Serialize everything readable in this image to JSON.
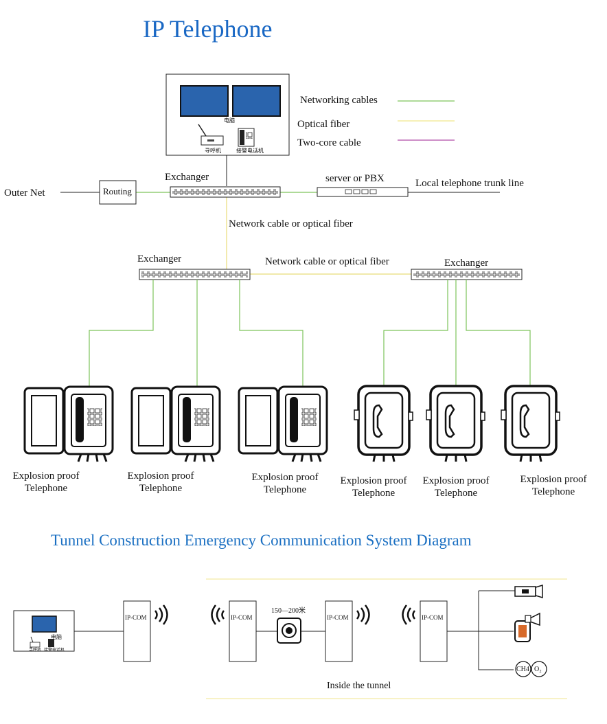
{
  "title": "IP Telephone",
  "control_room": {
    "screen_caption": "电脑",
    "pager_caption": "寻呼机",
    "phone_caption": "接警电话机"
  },
  "legend": {
    "networking": {
      "label": "Networking cables",
      "color": "#7dc35a"
    },
    "optical": {
      "label": "Optical fiber",
      "color": "#f0e68c"
    },
    "two_core": {
      "label": "Two-core cable",
      "color": "#b04aa8"
    }
  },
  "network": {
    "outer_net": "Outer Net",
    "routing": "Routing",
    "exchanger_top": "Exchanger",
    "server": "server or PBX",
    "trunk_line": "Local telephone trunk line",
    "backbone_label_vertical": "Network cable or optical fiber",
    "backbone_label_horizontal": "Network cable or optical fiber",
    "exchanger_left": "Exchanger",
    "exchanger_right": "Exchanger"
  },
  "telephones": [
    {
      "line1": "Explosion proof",
      "line2": "Telephone",
      "style": "open"
    },
    {
      "line1": "Explosion proof",
      "line2": "Telephone",
      "style": "open"
    },
    {
      "line1": "Explosion proof",
      "line2": "Telephone",
      "style": "open"
    },
    {
      "line1": "Explosion proof",
      "line2": "Telephone",
      "style": "closed"
    },
    {
      "line1": "Explosion proof",
      "line2": "Telephone",
      "style": "closed"
    },
    {
      "line1": "Explosion proof",
      "line2": "Telephone",
      "style": "closed"
    }
  ],
  "tunnel": {
    "title": "Tunnel Construction Emergency Communication System Diagram",
    "ipcom": "IP-COM",
    "distance": "150—200米",
    "inside": "Inside the tunnel",
    "sensor_ch4": "CH4",
    "sensor_o2": "O₂"
  },
  "colors": {
    "title_blue": "#1a68c4",
    "screen_blue": "#2a64ad",
    "green": "#7dc35a",
    "yellow": "#e8dc78"
  }
}
